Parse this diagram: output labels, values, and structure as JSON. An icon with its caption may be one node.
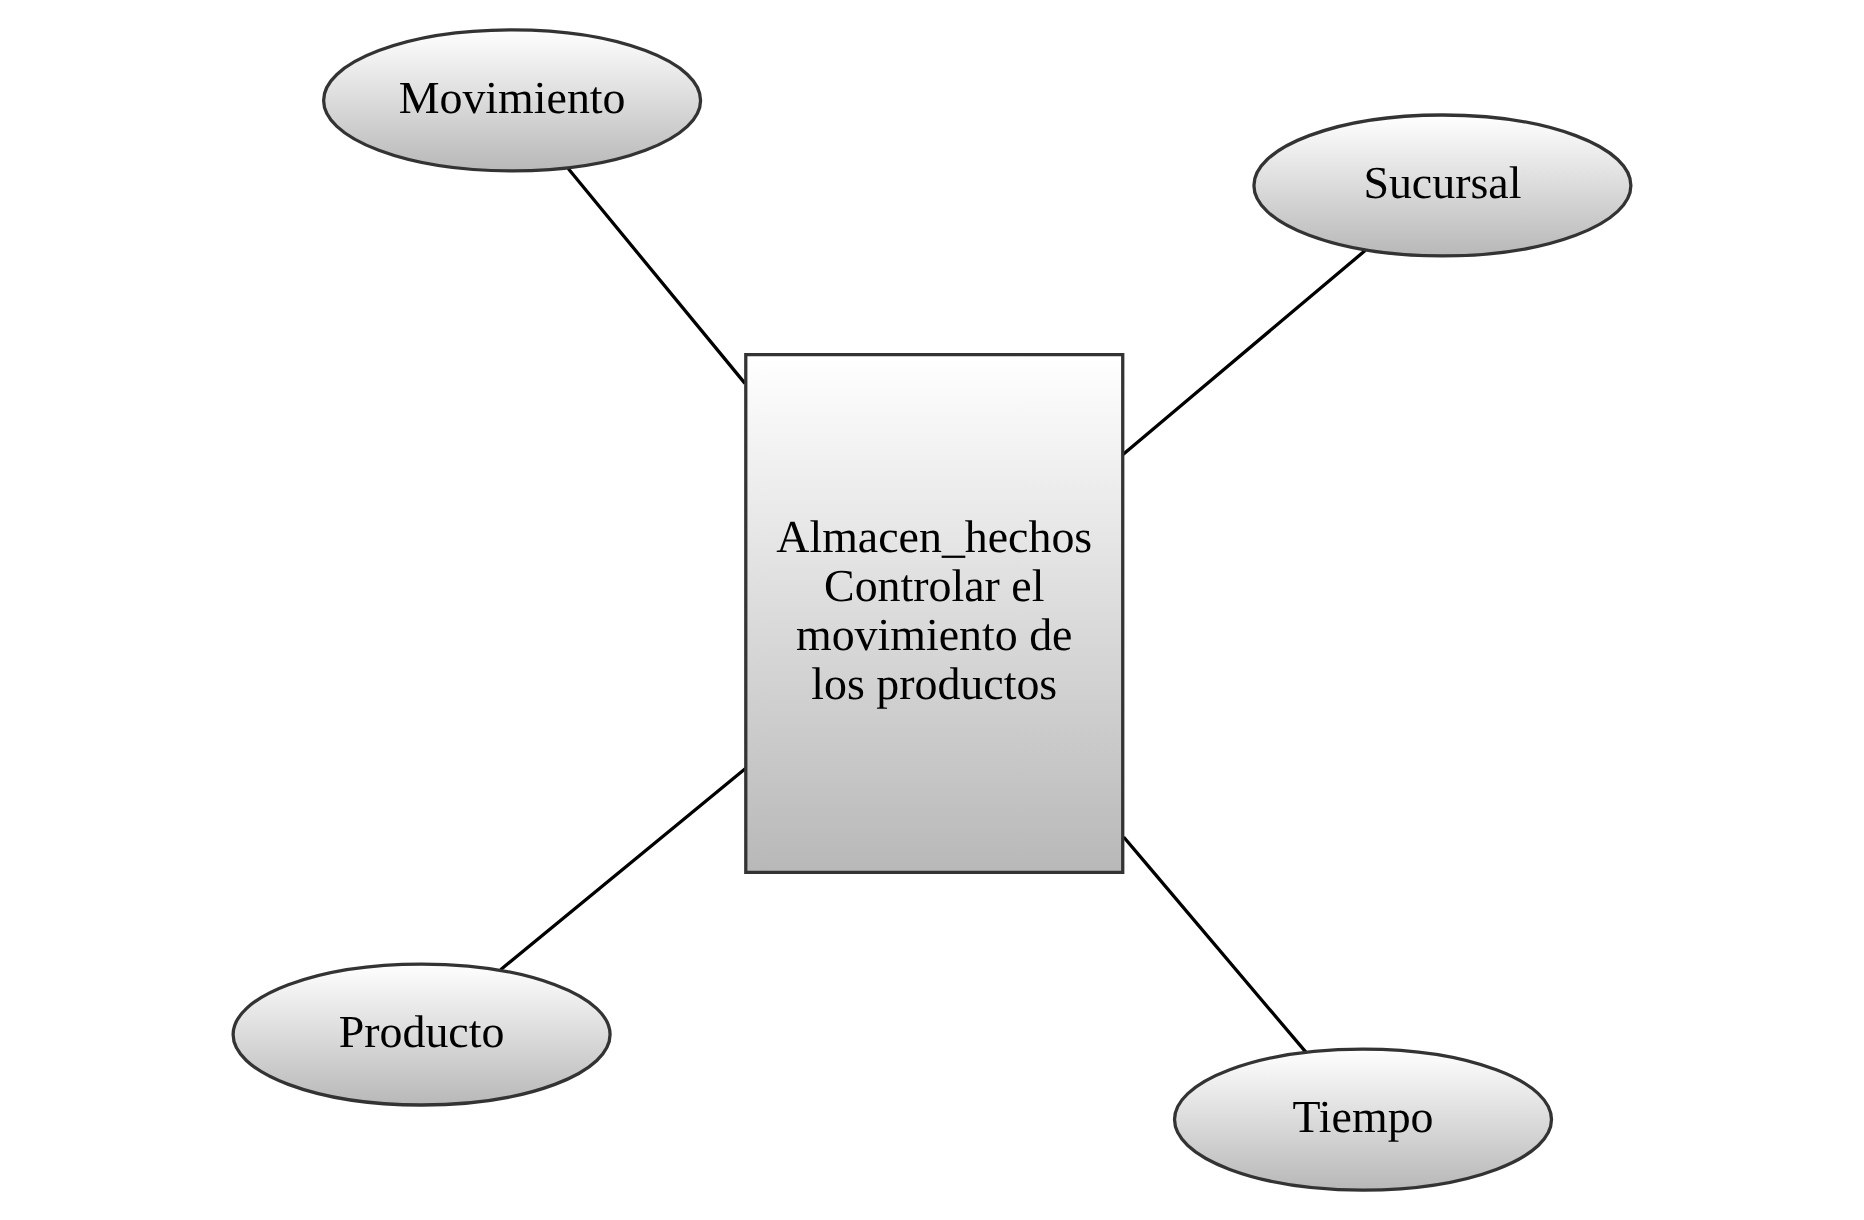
{
  "diagram": {
    "nodes": [
      {
        "text": [
          "Producto"
        ]
      },
      {
        "text": [
          "Tiempo"
        ]
      },
      {
        "text": [
          "Almacen_hechos",
          "Controlar el movimiento de los productos"
        ]
      },
      {
        "text": [
          "Movimiento"
        ]
      },
      {
        "text": [
          "Sucursal"
        ]
      }
    ],
    "edges": [
      {
        "from": 0,
        "to": 2,
        "arrow": "none"
      },
      {
        "from": 1,
        "to": 2,
        "arrow": "none"
      },
      {
        "from": 3,
        "to": 2,
        "arrow": "none"
      },
      {
        "from": 4,
        "to": 2,
        "arrow": "none"
      }
    ]
  }
}
